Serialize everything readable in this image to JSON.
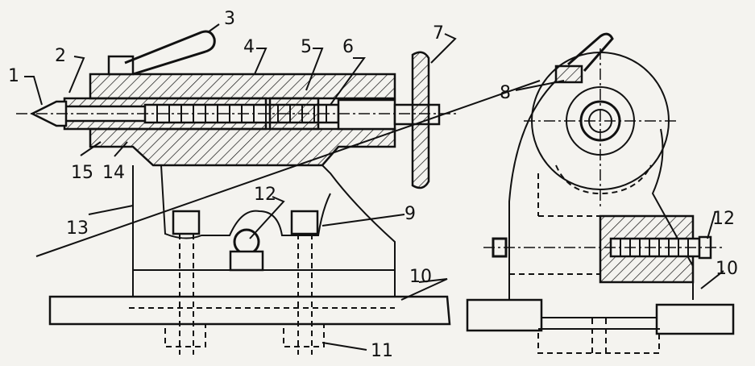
{
  "labels": [
    "1",
    "2",
    "3",
    "4",
    "5",
    "6",
    "7",
    "8",
    "9",
    "10",
    "11",
    "12",
    "13",
    "14",
    "15"
  ],
  "right_labels": [
    "8",
    "10",
    "12"
  ]
}
